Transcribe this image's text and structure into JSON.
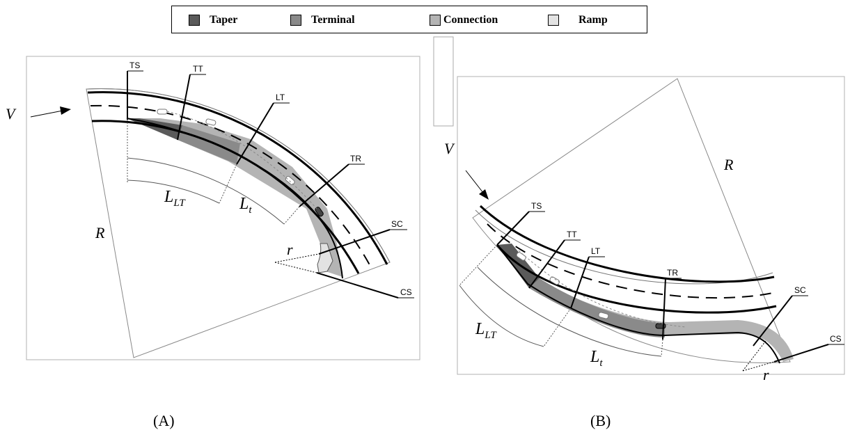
{
  "legend": {
    "items": [
      {
        "label": "Taper",
        "color": "#5a5a5a"
      },
      {
        "label": "Terminal",
        "color": "#8a8a8a"
      },
      {
        "label": "Connection",
        "color": "#b4b4b4"
      },
      {
        "label": "Ramp",
        "color": "#e2e2e2"
      }
    ]
  },
  "panel_a": {
    "caption": "(A)",
    "speed": "V",
    "radius": "R",
    "ramp_radius": "r",
    "length_lt": "L",
    "length_lt_sub": "LT",
    "length_t": "L",
    "length_t_sub": "t",
    "points": {
      "ts": "TS",
      "tt": "TT",
      "lt": "LT",
      "tr": "TR",
      "sc": "SC",
      "cs": "CS"
    }
  },
  "panel_b": {
    "caption": "(B)",
    "speed": "V",
    "radius": "R",
    "ramp_radius": "r",
    "length_lt": "L",
    "length_lt_sub": "LT",
    "length_t": "L",
    "length_t_sub": "t",
    "points": {
      "ts": "TS",
      "tt": "TT",
      "lt": "LT",
      "tr": "TR",
      "sc": "SC",
      "cs": "CS"
    }
  }
}
